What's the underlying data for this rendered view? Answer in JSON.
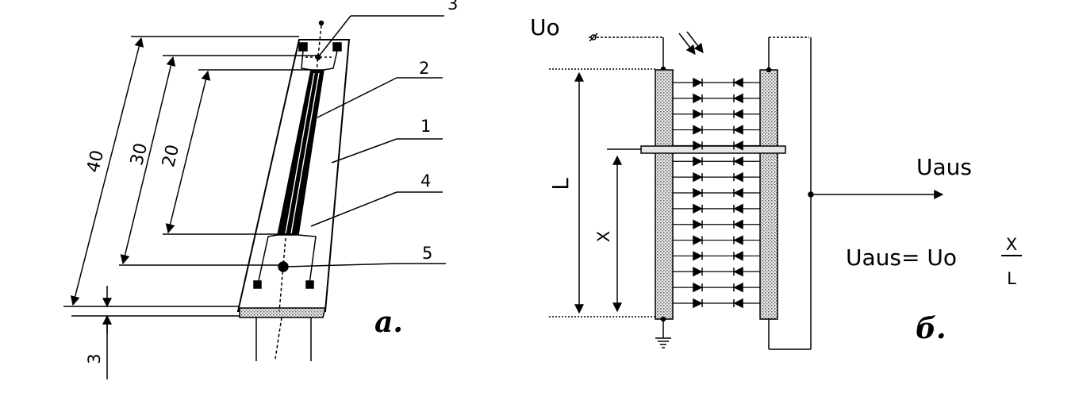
{
  "colors": {
    "ink": "#000000",
    "hatch": "#cfcfcf",
    "paper": "#ffffff"
  },
  "panel_a": {
    "letter": "a.",
    "dims": {
      "outer": "40",
      "middle": "30",
      "inner": "20",
      "base": "3"
    },
    "callouts": [
      "3",
      "2",
      "1",
      "4",
      "5"
    ]
  },
  "panel_b": {
    "letter": "б.",
    "supply_label": "Uo",
    "output_label": "Uaus",
    "length_label": "L",
    "position_label": "X",
    "formula": {
      "lhs": "Uaus= Uo",
      "num": "X",
      "den": "L"
    },
    "diode_rows": 15
  }
}
